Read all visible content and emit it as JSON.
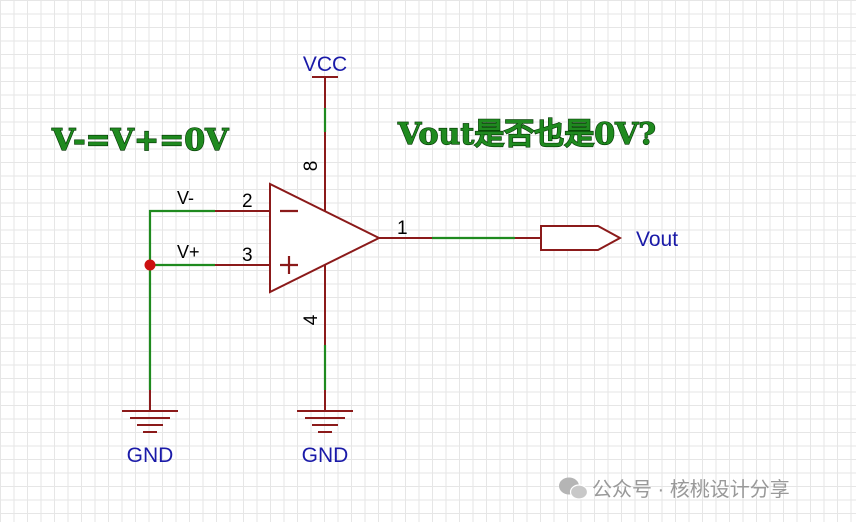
{
  "schematic": {
    "vcc_label": "VCC",
    "gnd_left_label": "GND",
    "gnd_right_label": "GND",
    "vout_port_label": "Vout",
    "net_vminus": "V-",
    "net_vplus": "V+",
    "pin_inverting": "2",
    "pin_noninverting": "3",
    "pin_output": "1",
    "pin_supply_pos": "8",
    "pin_supply_neg": "4",
    "minus_sign": "−",
    "plus_sign": "+"
  },
  "annotations": {
    "left_note": "V-=V+=0V",
    "right_note": "Vout是否也是0V?"
  },
  "watermark": {
    "text": "公众号 · 核桃设计分享",
    "icon": "wechat-icon"
  },
  "colors": {
    "wire": "#1f8a1f",
    "component": "#8b1a1a",
    "label_blue": "#1a1aa8",
    "junction": "#cc1111"
  }
}
